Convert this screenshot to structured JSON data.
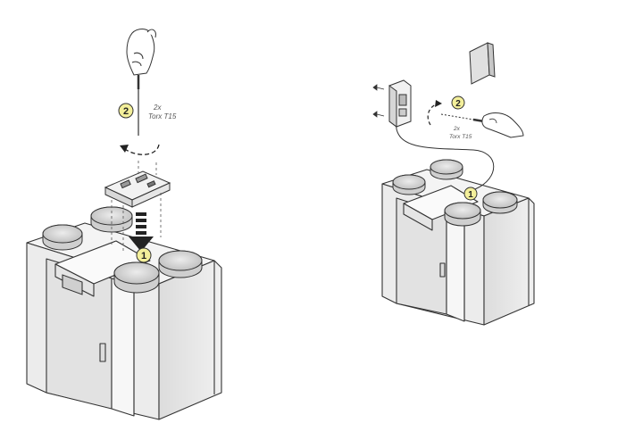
{
  "left_panel": {
    "step1_badge": "1",
    "step2_badge": "2",
    "quantity_label": "2x",
    "tool_label": "Torx T15"
  },
  "right_panel": {
    "step1_badge": "1",
    "step2_badge": "2",
    "quantity_label": "2x",
    "tool_label": "Torx T15"
  },
  "colors": {
    "line": "#333333",
    "badge_fill": "#f3ef9a",
    "housing_side": "#e6e6e6",
    "housing_front": "#f7f7f7",
    "duct_top": "#d2d2d2",
    "arrow": "#222222"
  }
}
